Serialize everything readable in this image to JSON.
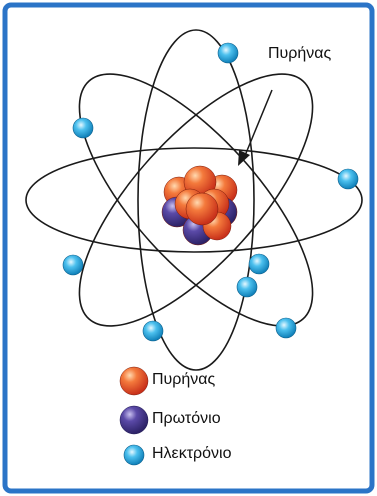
{
  "diagram": {
    "callout_label": "Πυρήνας",
    "legend": [
      {
        "label": "Πυρήνας",
        "color": "#e8532c"
      },
      {
        "label": "Πρωτόνιο",
        "color": "#4a3a94"
      },
      {
        "label": "Ηλεκτρόνιο",
        "color": "#22a9e0"
      }
    ],
    "colors": {
      "frame_border": "#2b74c7",
      "orbit_line": "#1a1a1a",
      "nucleus_particle": "#e8532c",
      "proton": "#4a3a94",
      "electron": "#22a9e0"
    }
  }
}
